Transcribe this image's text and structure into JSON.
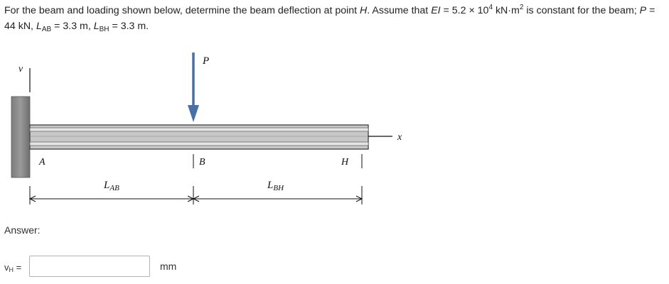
{
  "problem": {
    "intro": "For the beam and loading shown below, determine the beam deflection at point ",
    "point": "H",
    "ei_text": ". Assume that ",
    "ei_symbol": "EI",
    "ei_value": " = 5.2 × 10",
    "ei_exp": "4",
    "ei_units": " kN·m",
    "ei_units_exp": "2",
    "ei_tail": " is constant for the beam; ",
    "p_symbol": "P",
    "p_value": " = 44 kN, ",
    "lab_symbol": "L",
    "lab_sub": "AB",
    "lab_value": " = 3.3 m, ",
    "lbh_symbol": "L",
    "lbh_sub": "BH",
    "lbh_value": " = 3.3 m."
  },
  "diagram": {
    "v_axis_label": "v",
    "x_axis_label": "x",
    "load_label": "P",
    "point_a": "A",
    "point_b": "B",
    "point_h": "H",
    "dim_lab_main": "L",
    "dim_lab_sub": "AB",
    "dim_lbh_main": "L",
    "dim_lbh_sub": "BH"
  },
  "answer": {
    "heading": "Answer:",
    "var_main": "v",
    "var_sub": "H",
    "equals": " =",
    "value": "",
    "unit": "mm"
  }
}
